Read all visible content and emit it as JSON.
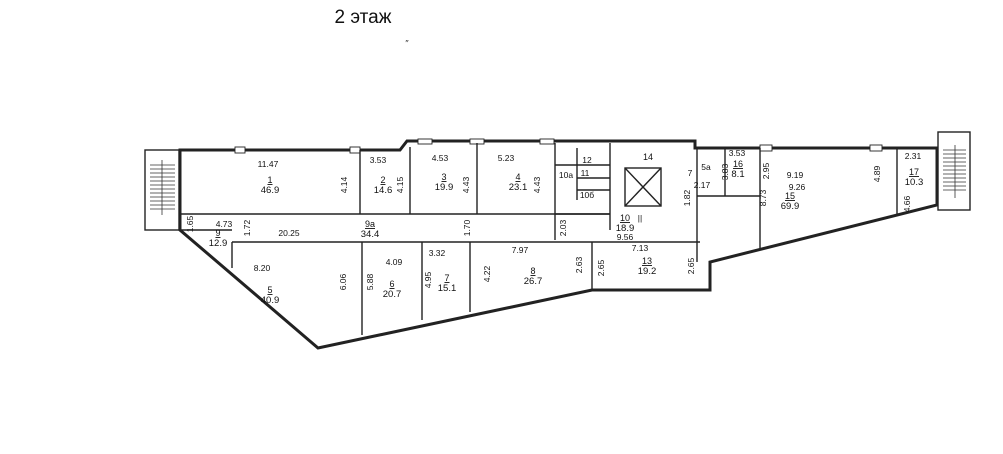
{
  "title": "2 этаж",
  "marks": {
    "top_mark": "′′",
    "shaft_mark": "||",
    "elevator_label": "14"
  },
  "rooms": [
    {
      "id": "r1",
      "num": "1",
      "area": "46.9"
    },
    {
      "id": "r2",
      "num": "2",
      "area": "14.6"
    },
    {
      "id": "r3",
      "num": "3",
      "area": "19.9"
    },
    {
      "id": "r4",
      "num": "4",
      "area": "23.1"
    },
    {
      "id": "r5",
      "num": "5",
      "area": "40.9"
    },
    {
      "id": "r6",
      "num": "6",
      "area": "20.7"
    },
    {
      "id": "r7",
      "num": "7",
      "area": "15.1"
    },
    {
      "id": "r8",
      "num": "8",
      "area": "26.7"
    },
    {
      "id": "r9",
      "num": "9",
      "area": "12.9"
    },
    {
      "id": "r9a",
      "num": "9a",
      "area": "34.4"
    },
    {
      "id": "r10",
      "num": "10",
      "area": "18.9"
    },
    {
      "id": "r13",
      "num": "13",
      "area": "19.2"
    },
    {
      "id": "r15",
      "num": "15",
      "area": "69.9"
    },
    {
      "id": "r16",
      "num": "16",
      "area": "8.1"
    },
    {
      "id": "r17",
      "num": "17",
      "area": "10.3"
    }
  ],
  "small_labels": {
    "r10a": "10a",
    "r11": "11",
    "r12": "12",
    "r10b": "10б",
    "r7small": "7",
    "r5a": "5a"
  },
  "dimensions": {
    "d1147": "11.47",
    "d414a": "4.14",
    "d353a": "3.53",
    "d415": "4.15",
    "d453": "4.53",
    "d443a": "4.43",
    "d523": "5.23",
    "d443b": "4.43",
    "d353b": "3.53",
    "d383": "3.83",
    "d217": "2.17",
    "d295": "2.95",
    "d919": "9.19",
    "d926": "9.26",
    "d489": "4.89",
    "d231": "2.31",
    "d466": "4.66",
    "d182": "1.82",
    "d873": "8.73",
    "d165": "1.65",
    "d473": "4.73",
    "d172": "1.72",
    "d2025": "20.25",
    "d170": "1.70",
    "d203": "2.03",
    "d956": "9.56",
    "d820": "8.20",
    "d606": "6.06",
    "d409": "4.09",
    "d588": "5.88",
    "d332": "3.32",
    "d495": "4.95",
    "d422": "4.22",
    "d797": "7.97",
    "d263": "2.63",
    "d265a": "2.65",
    "d713": "7.13",
    "d265b": "2.65"
  }
}
